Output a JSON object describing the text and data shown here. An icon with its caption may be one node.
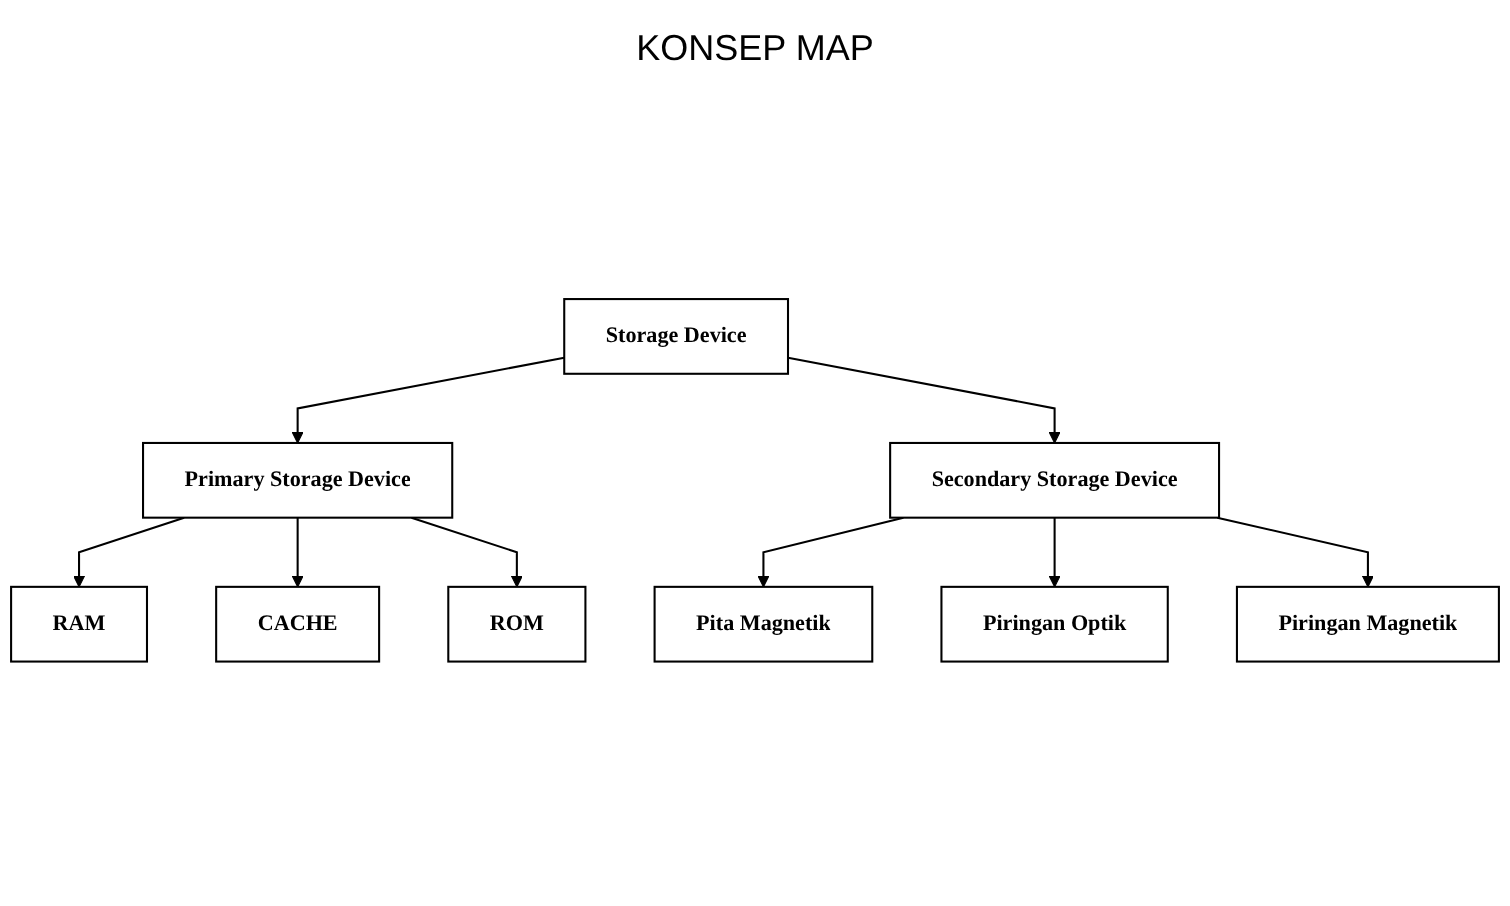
{
  "diagram": {
    "title": "KONSEP MAP",
    "nodes": [
      {
        "text": [
          "Storage Device"
        ]
      },
      {
        "text": [
          "Primary Storage Device"
        ]
      },
      {
        "text": [
          "Secondary Storage Device"
        ]
      },
      {
        "text": [
          "RAM"
        ]
      },
      {
        "text": [
          "CACHE"
        ]
      },
      {
        "text": [
          "ROM"
        ]
      },
      {
        "text": [
          "Pita Magnetik"
        ]
      },
      {
        "text": [
          "Piringan Optik"
        ]
      },
      {
        "text": [
          "Piringan Magnetik"
        ]
      }
    ],
    "edges": [
      {
        "from": 0,
        "to": 1,
        "arrow": "to"
      },
      {
        "from": 0,
        "to": 2,
        "arrow": "to"
      },
      {
        "from": 1,
        "to": 3,
        "arrow": "to"
      },
      {
        "from": 1,
        "to": 4,
        "arrow": "to"
      },
      {
        "from": 1,
        "to": 5,
        "arrow": "to"
      },
      {
        "from": 2,
        "to": 6,
        "arrow": "to"
      },
      {
        "from": 2,
        "to": 7,
        "arrow": "to"
      },
      {
        "from": 2,
        "to": 8,
        "arrow": "to"
      }
    ]
  }
}
